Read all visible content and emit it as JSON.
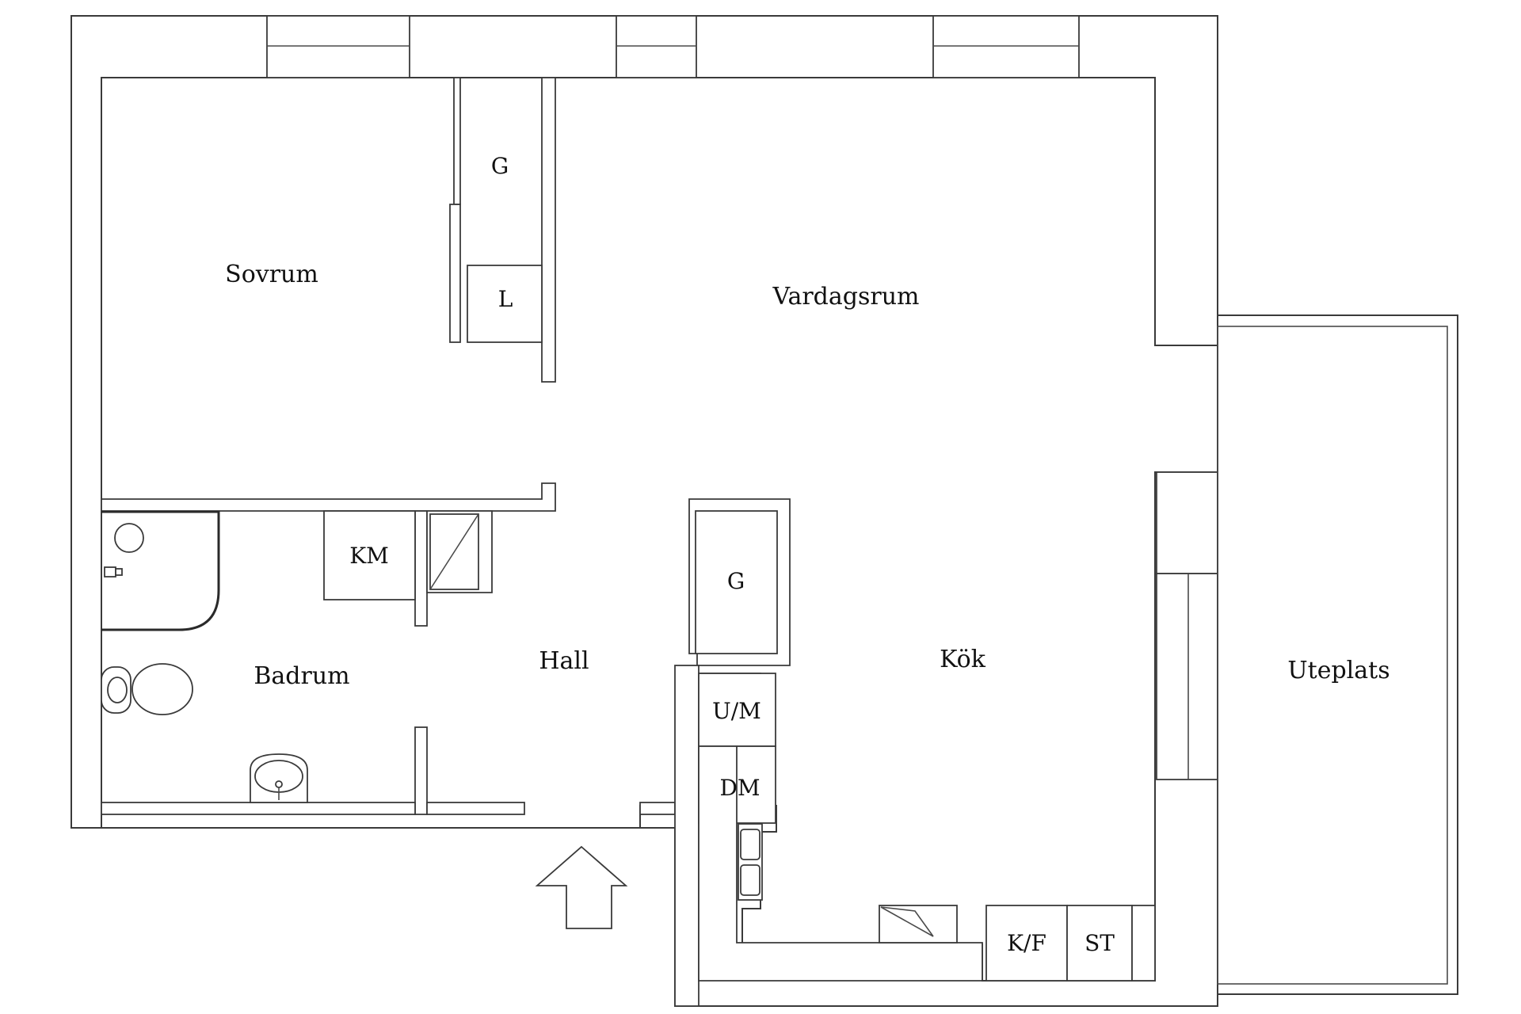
{
  "floorplan": {
    "rooms": {
      "sovrum": "Sovrum",
      "vardagsrum": "Vardagsrum",
      "badrum": "Badrum",
      "hall": "Hall",
      "kok": "Kök",
      "uteplats": "Uteplats"
    },
    "fixtures": {
      "garderob_top": "G",
      "linneskap": "L",
      "tvattmaskin": "KM",
      "garderob_hall": "G",
      "ugn_micro": "U/M",
      "diskmaskin": "DM",
      "kyl_frys": "K/F",
      "spis": "ST"
    },
    "entrance_symbol": "entrance-arrow-icon"
  }
}
